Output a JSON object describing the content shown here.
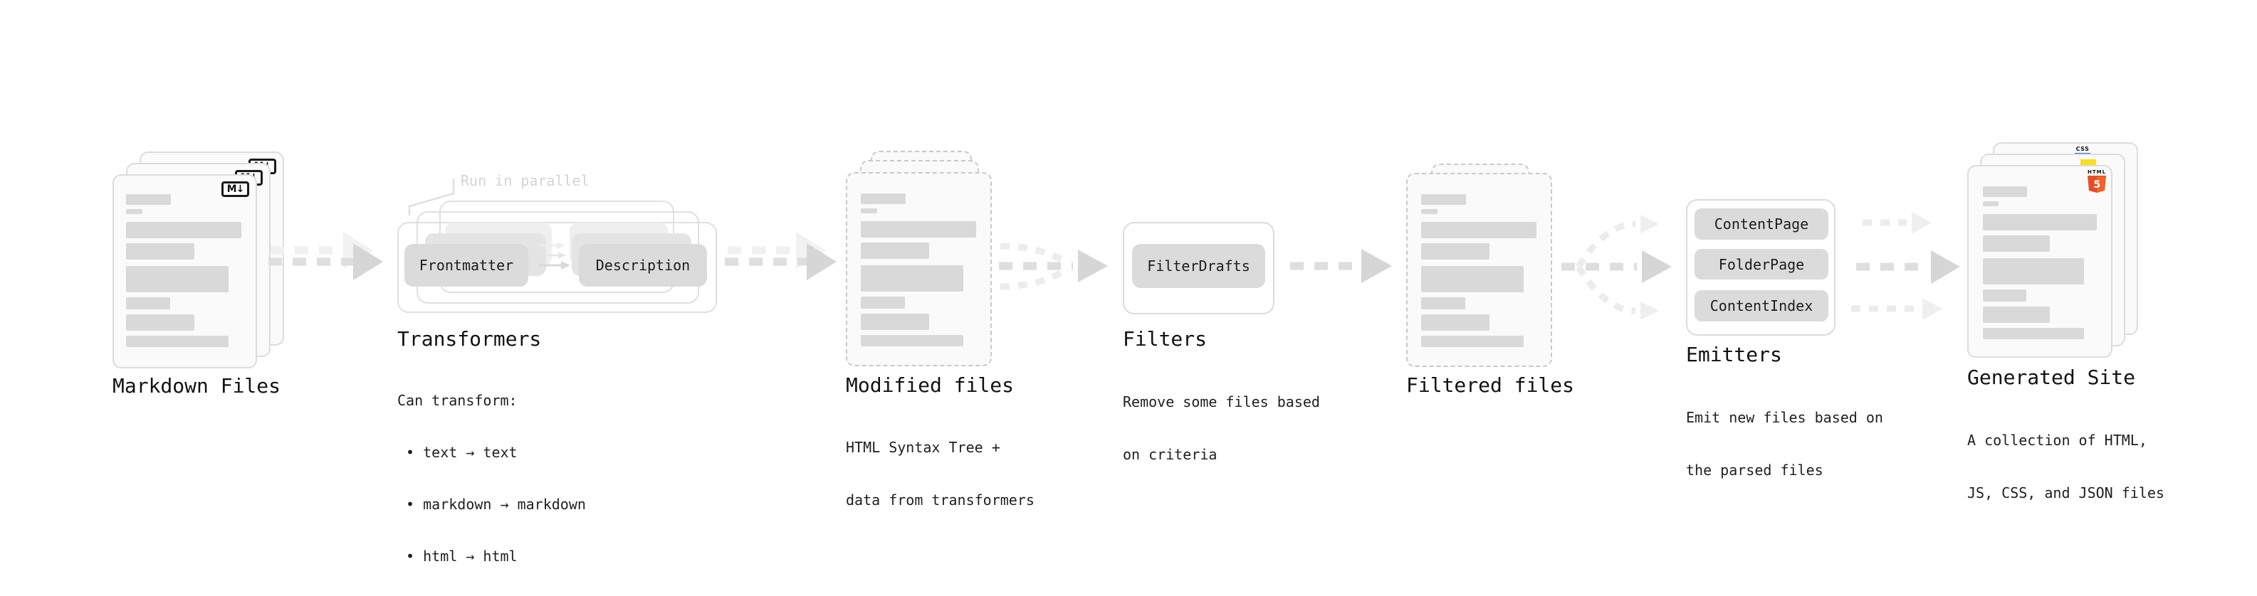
{
  "colors": {
    "bg": "#ffffff",
    "card-bg": "#fafafa",
    "card-border": "#dcdcdc",
    "dashed-border": "#c9c9c9",
    "bar": "#d9d9d9",
    "button-bg": "#dbdbdb",
    "button-text": "#1c1c1c",
    "ghost1": "#e4e4e4",
    "ghost2": "#efefef",
    "outline": "#e0e0e0",
    "arrow": "#dedede",
    "arrow-head": "#d6d6d6",
    "arrow-ghost": "#f0f0f0",
    "arrow-light": "#ececec",
    "arrow-light-head": "#efefef",
    "title-text": "#121212",
    "body-text": "#1f1f1f",
    "annotation-text": "#d4d4d4",
    "badge-border": "#1a1a1a",
    "html5-orange": "#e44d26",
    "html5-orange-light": "#f16529",
    "js-yellow": "#f7df1e",
    "css-blue": "#2965f1"
  },
  "file_card_bars": [
    {
      "w": "39%",
      "h": 15,
      "mt": 0
    },
    {
      "w": "14%",
      "h": 7,
      "mt": 6
    },
    {
      "w": "100%",
      "h": 23,
      "mt": 11
    },
    {
      "w": "59%",
      "h": 23,
      "mt": 7
    },
    {
      "w": "89%",
      "h": 37,
      "mt": 9
    },
    {
      "w": "38%",
      "h": 17,
      "mt": 7
    },
    {
      "w": "59%",
      "h": 23,
      "mt": 7
    },
    {
      "w": "89%",
      "h": 16,
      "mt": 7
    }
  ],
  "sections": {
    "markdown_files": {
      "label": "Markdown Files",
      "badge_text": "M↓"
    },
    "transformers": {
      "label": "Transformers",
      "annotation": "Run in parallel",
      "buttons": [
        "Frontmatter",
        "Description"
      ],
      "description_lines": [
        "Can transform:",
        " • text → text",
        " • markdown → markdown",
        " • html → html"
      ]
    },
    "modified_files": {
      "label": "Modified files",
      "description_lines": [
        "HTML Syntax Tree +",
        "data from transformers"
      ]
    },
    "filters": {
      "label": "Filters",
      "buttons": [
        "FilterDrafts"
      ],
      "description_lines": [
        "Remove some files based",
        "on criteria"
      ]
    },
    "filtered_files": {
      "label": "Filtered files"
    },
    "emitters": {
      "label": "Emitters",
      "buttons": [
        "ContentPage",
        "FolderPage",
        "ContentIndex"
      ],
      "description_lines": [
        "Emit new files based on",
        "the parsed files"
      ]
    },
    "generated_site": {
      "label": "Generated Site",
      "description_lines": [
        "A collection of HTML,",
        "JS, CSS, and JSON files"
      ],
      "badges": {
        "css_label": "CSS",
        "html_label": "HTML",
        "html_number": "5"
      }
    }
  }
}
